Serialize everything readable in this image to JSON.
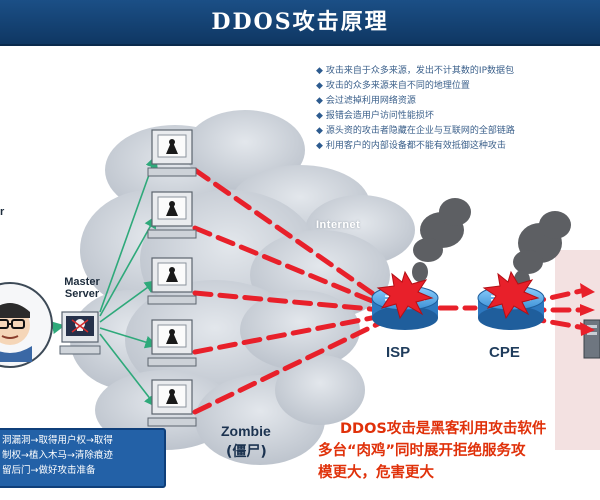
{
  "title": "DDOS攻击原理",
  "bullets": [
    "攻击来自于众多来源，发出不计其数的IP数据包",
    "攻击的众多来源来自不同的地理位置",
    "会过滤掉利用网络资源",
    "报错会造用户访问性能损坏",
    "源头资的攻击者隐藏在企业与互联网的全部链路",
    "利用客户的内部设备都不能有效抵御这种攻击"
  ],
  "labels": {
    "partial_left": "r",
    "master_server_line1": "Master",
    "master_server_line2": "Server",
    "internet": "Internet",
    "isp": "ISP",
    "cpe": "CPE",
    "zombie": "Zombie",
    "zombie_cn": "(僵尸)"
  },
  "red_text": [
    "DDOS攻击是黑客利用攻击软件",
    "多台“肉鸡”同时展开拒绝服务攻",
    "模更大，危害更大"
  ],
  "blue_box": [
    "洞漏洞→取得用户权→取得",
    "制权→植入木马→清除痕迹",
    "留后门→做好攻击准备"
  ],
  "colors": {
    "title_bar": "#1b4f86",
    "attack_arrows": "#e8202a",
    "control_arrows": "#2ea97a",
    "router": "#4a9fe0",
    "cloud": "#c4cad2",
    "bullet_text": "#3a5f8a",
    "warning_text": "#e0310a",
    "info_box": "#2361a7"
  },
  "icons": [
    "computer-icon",
    "hacker-monitor-icon",
    "hacker-avatar-icon",
    "router-icon",
    "explosion-icon",
    "smoke-icon",
    "server-icon"
  ]
}
